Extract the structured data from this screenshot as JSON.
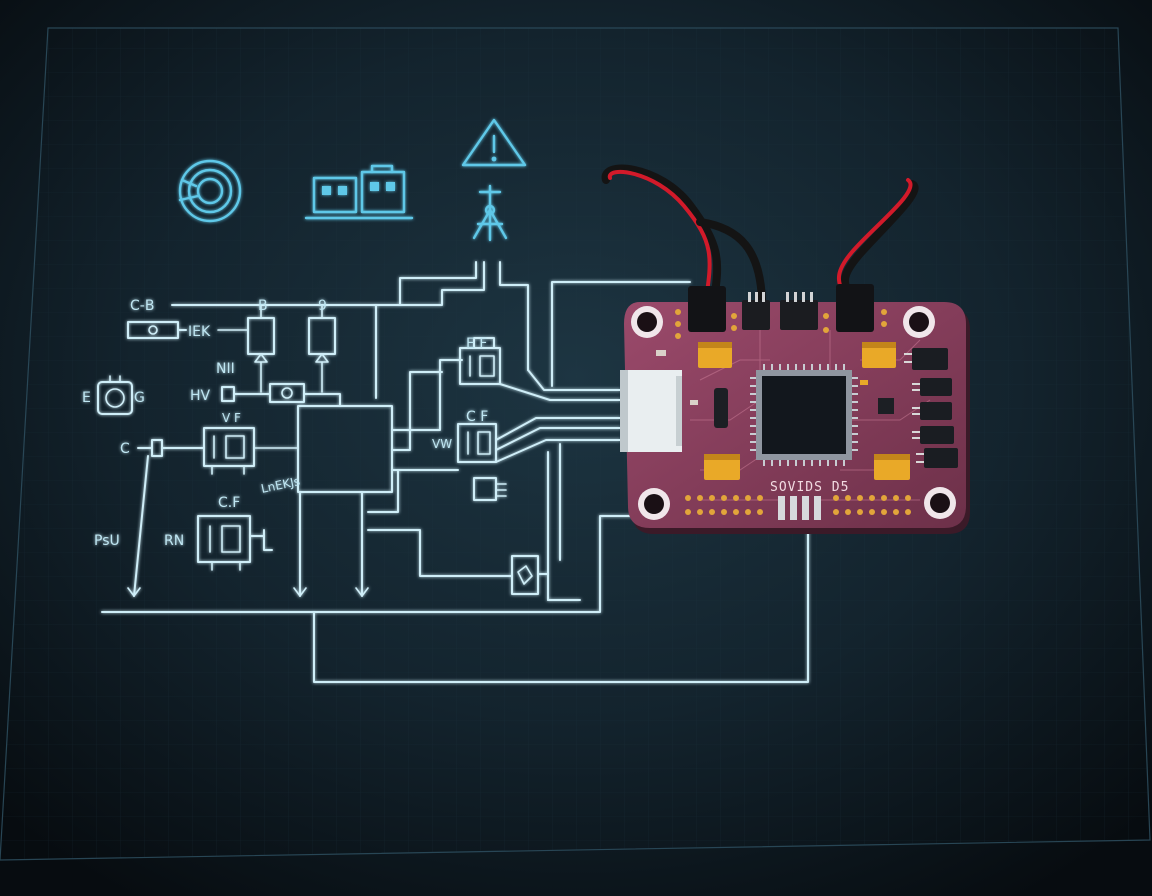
{
  "colors": {
    "background": "#0b141b",
    "schematic_line": "#cfeef8",
    "icon_glow": "#5fc8e8",
    "pcb_board": "#8a3f5f",
    "chip": "#12171d",
    "capacitor": "#e9a928",
    "cable_red": "#d21a2a",
    "cable_black": "#141414"
  },
  "icons": [
    "spiral-icon",
    "building-icon",
    "warning-icon",
    "antenna-tower-icon"
  ],
  "schematic_labels": {
    "c_b": "C‑B",
    "b": "B",
    "b2": "9",
    "iek": "IEK",
    "nii": "NII",
    "hv": "HV",
    "e": "E",
    "g": "G",
    "c": "C",
    "vf": "V F",
    "cf1": "C.F",
    "lnekjs": "LnEKJs",
    "psu": "PsU",
    "rn": "RN",
    "ef": "E F",
    "cf2": "C F",
    "vv": "VW"
  },
  "pcb": {
    "silkscreen": "SOVIDS D5"
  }
}
